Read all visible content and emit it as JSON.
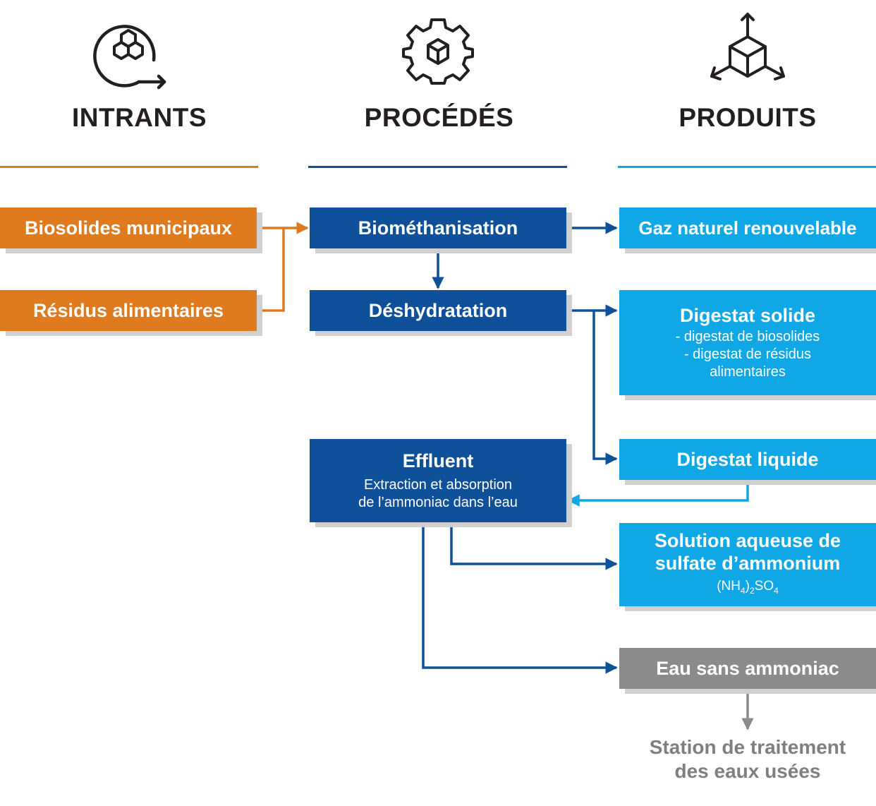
{
  "columns": {
    "inputs": {
      "title": "INTRANTS",
      "icon": "molecule-cycle-icon",
      "color": "#e07a1f"
    },
    "processes": {
      "title": "PROCÉDÉS",
      "icon": "gear-cube-icon",
      "color": "#0f509b"
    },
    "products": {
      "title": "PRODUITS",
      "icon": "cube-arrows-icon",
      "color": "#10a7e6"
    }
  },
  "inputs": {
    "municipal_biosolids": "Biosolides municipaux",
    "food_residues": "Résidus alimentaires"
  },
  "processes": {
    "biomethanisation": "Biométhanisation",
    "dehydration": "Déshydratation",
    "effluent": {
      "title": "Effluent",
      "line1": "Extraction et absorption",
      "line2": "de l’ammoniac dans l’eau"
    }
  },
  "products": {
    "rng": "Gaz naturel renouvelable",
    "solid_digestate": {
      "title": "Digestat solide",
      "line1": "- digestat de biosolides",
      "line2": "- digestat de résidus",
      "line3": "alimentaires"
    },
    "liquid_digestate": "Digestat liquide",
    "ammonium_sulfate": {
      "title_line1": "Solution aqueuse de",
      "title_line2": "sulfate d’ammonium",
      "formula": {
        "part1": "(NH",
        "sub1": "4",
        "part2": ")",
        "sub2": "2",
        "part3": "SO",
        "sub3": "4"
      }
    },
    "ammonia_free_water": "Eau sans ammoniac"
  },
  "destination": {
    "line1": "Station de traitement",
    "line2": "des eaux usées"
  },
  "colors": {
    "orange": "#e07a1f",
    "dark_blue": "#0f509b",
    "light_blue": "#10a7e6",
    "grey": "#8a8b8d"
  }
}
